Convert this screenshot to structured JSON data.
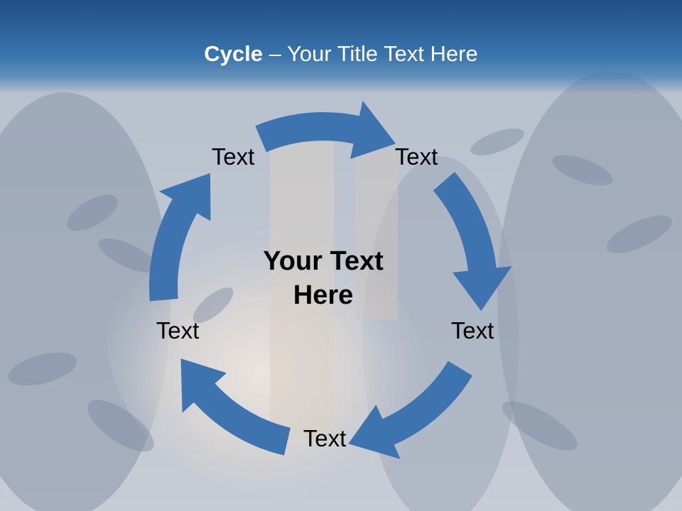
{
  "slide": {
    "title_bold": "Cycle",
    "title_rest": " – Your Title Text Here",
    "center_text": "Your Text Here",
    "nodes": [
      "Text",
      "Text",
      "Text",
      "Text",
      "Text"
    ],
    "arrow_color": "#3d74b0",
    "title_band_color": "#2f669f"
  }
}
